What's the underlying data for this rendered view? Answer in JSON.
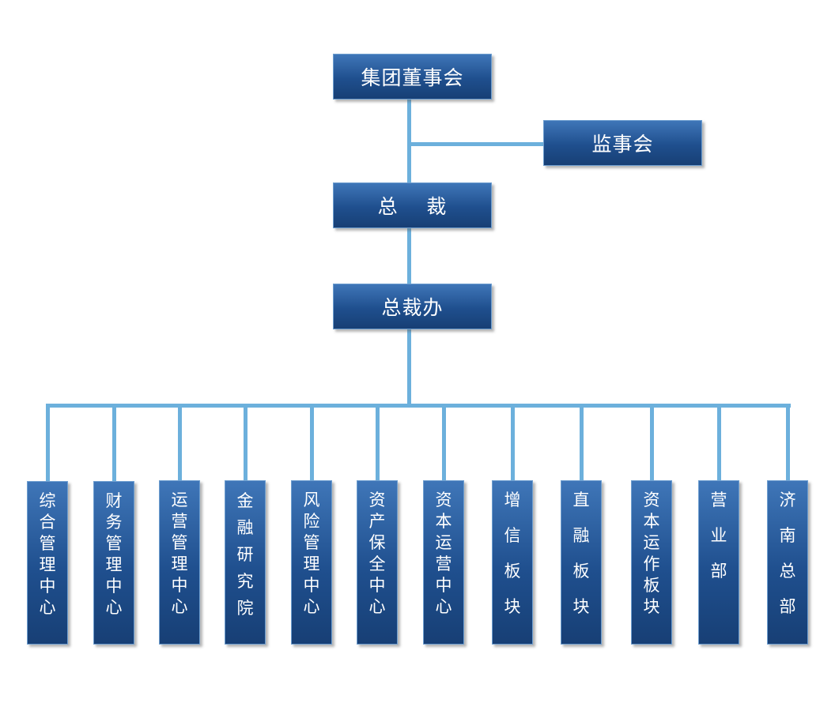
{
  "top": {
    "board": "集团董事会",
    "supervisors": "监事会",
    "president": "总    裁",
    "president_office": "总裁办"
  },
  "departments": [
    {
      "label": "综合管理中心"
    },
    {
      "label": "财务管理中心"
    },
    {
      "label": "运营管理中心"
    },
    {
      "label": "金融研究院"
    },
    {
      "label": "风险管理中心"
    },
    {
      "label": "资产保全中心"
    },
    {
      "label": "资本运营中心"
    },
    {
      "label": "增信板块"
    },
    {
      "label": "直融板块"
    },
    {
      "label": "资本运作板块"
    },
    {
      "label": "营业部"
    },
    {
      "label": "济南总部"
    }
  ],
  "colors": {
    "box_top": "#3f76b8",
    "box_bottom": "#173f75",
    "connector": "#6cb0dc",
    "text": "#ffffff"
  }
}
